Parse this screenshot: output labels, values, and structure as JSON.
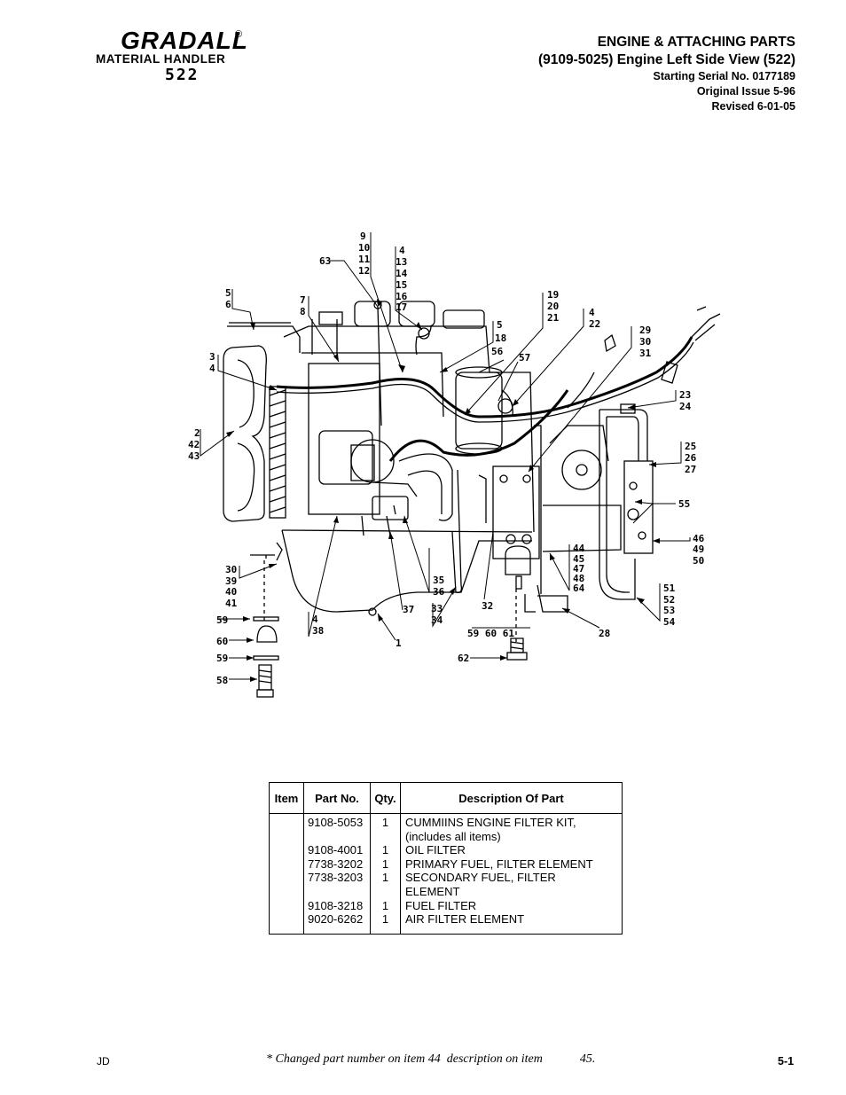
{
  "logo": {
    "brand": "GRADALL",
    "registered": "®",
    "subtitle": "MATERIAL HANDLER",
    "model": "522"
  },
  "header": {
    "title": "ENGINE & ATTACHING PARTS",
    "subtitle": "(9109-5025) Engine Left Side View (522)",
    "serial": "Starting Serial No. 0177189",
    "original_issue": "Original Issue 5-96",
    "revised": "Revised 6-01-05"
  },
  "callouts": {
    "c1": "9",
    "c2": "10",
    "c3": "11",
    "c4": "12",
    "c5": "63",
    "c6": "4",
    "c7": "13",
    "c8": "14",
    "c9": "15",
    "c10": "16",
    "c11": "17",
    "c12": "19",
    "c13": "20",
    "c14": "21",
    "c15": "5",
    "c16": "6",
    "c17": "7",
    "c18": "8",
    "c19": "4",
    "c20": "22",
    "c21": "29",
    "c22": "30",
    "c23": "31",
    "c24": "5",
    "c25": "18",
    "c26": "56",
    "c27": "57",
    "c28": "3",
    "c29": "4",
    "c30": "23",
    "c31": "24",
    "c32": "2",
    "c33": "42",
    "c34": "43",
    "c35": "25",
    "c36": "26",
    "c37": "27",
    "c38": "55",
    "c39": "46",
    "c40": "49",
    "c41": "50",
    "c42": "44",
    "c43": "45",
    "c44": "47",
    "c45": "48",
    "c46": "64",
    "c47": "30",
    "c48": "39",
    "c49": "40",
    "c50": "41",
    "c51": "35",
    "c52": "36",
    "c53": "51",
    "c54": "52",
    "c55": "53",
    "c56": "54",
    "c57": "59",
    "c58": "4",
    "c59": "38",
    "c60": "37",
    "c61": "33",
    "c62": "34",
    "c63": "32",
    "c64": "60",
    "c65": "1",
    "c66": "59 60 61",
    "c67": "28",
    "c68": "59",
    "c69": "62",
    "c70": "58"
  },
  "table": {
    "headers": {
      "item": "Item",
      "part": "Part No.",
      "qty": "Qty.",
      "desc": "Description Of Part"
    },
    "parts": "9108-5053\n\n9108-4001\n7738-3202\n7738-3203\n\n9108-3218\n9020-6262",
    "qtys": "1\n\n1\n1\n1\n\n1\n1",
    "descs": "CUMMIINS ENGINE FILTER KIT,\n(includes all items)\nOIL FILTER\nPRIMARY FUEL, FILTER ELEMENT\nSECONDARY FUEL, FILTER\nELEMENT\nFUEL FILTER\nAIR FILTER ELEMENT"
  },
  "footer": {
    "left": "JD",
    "note": "* Changed part number on item 44  description on item            45.",
    "page": "5-1"
  }
}
